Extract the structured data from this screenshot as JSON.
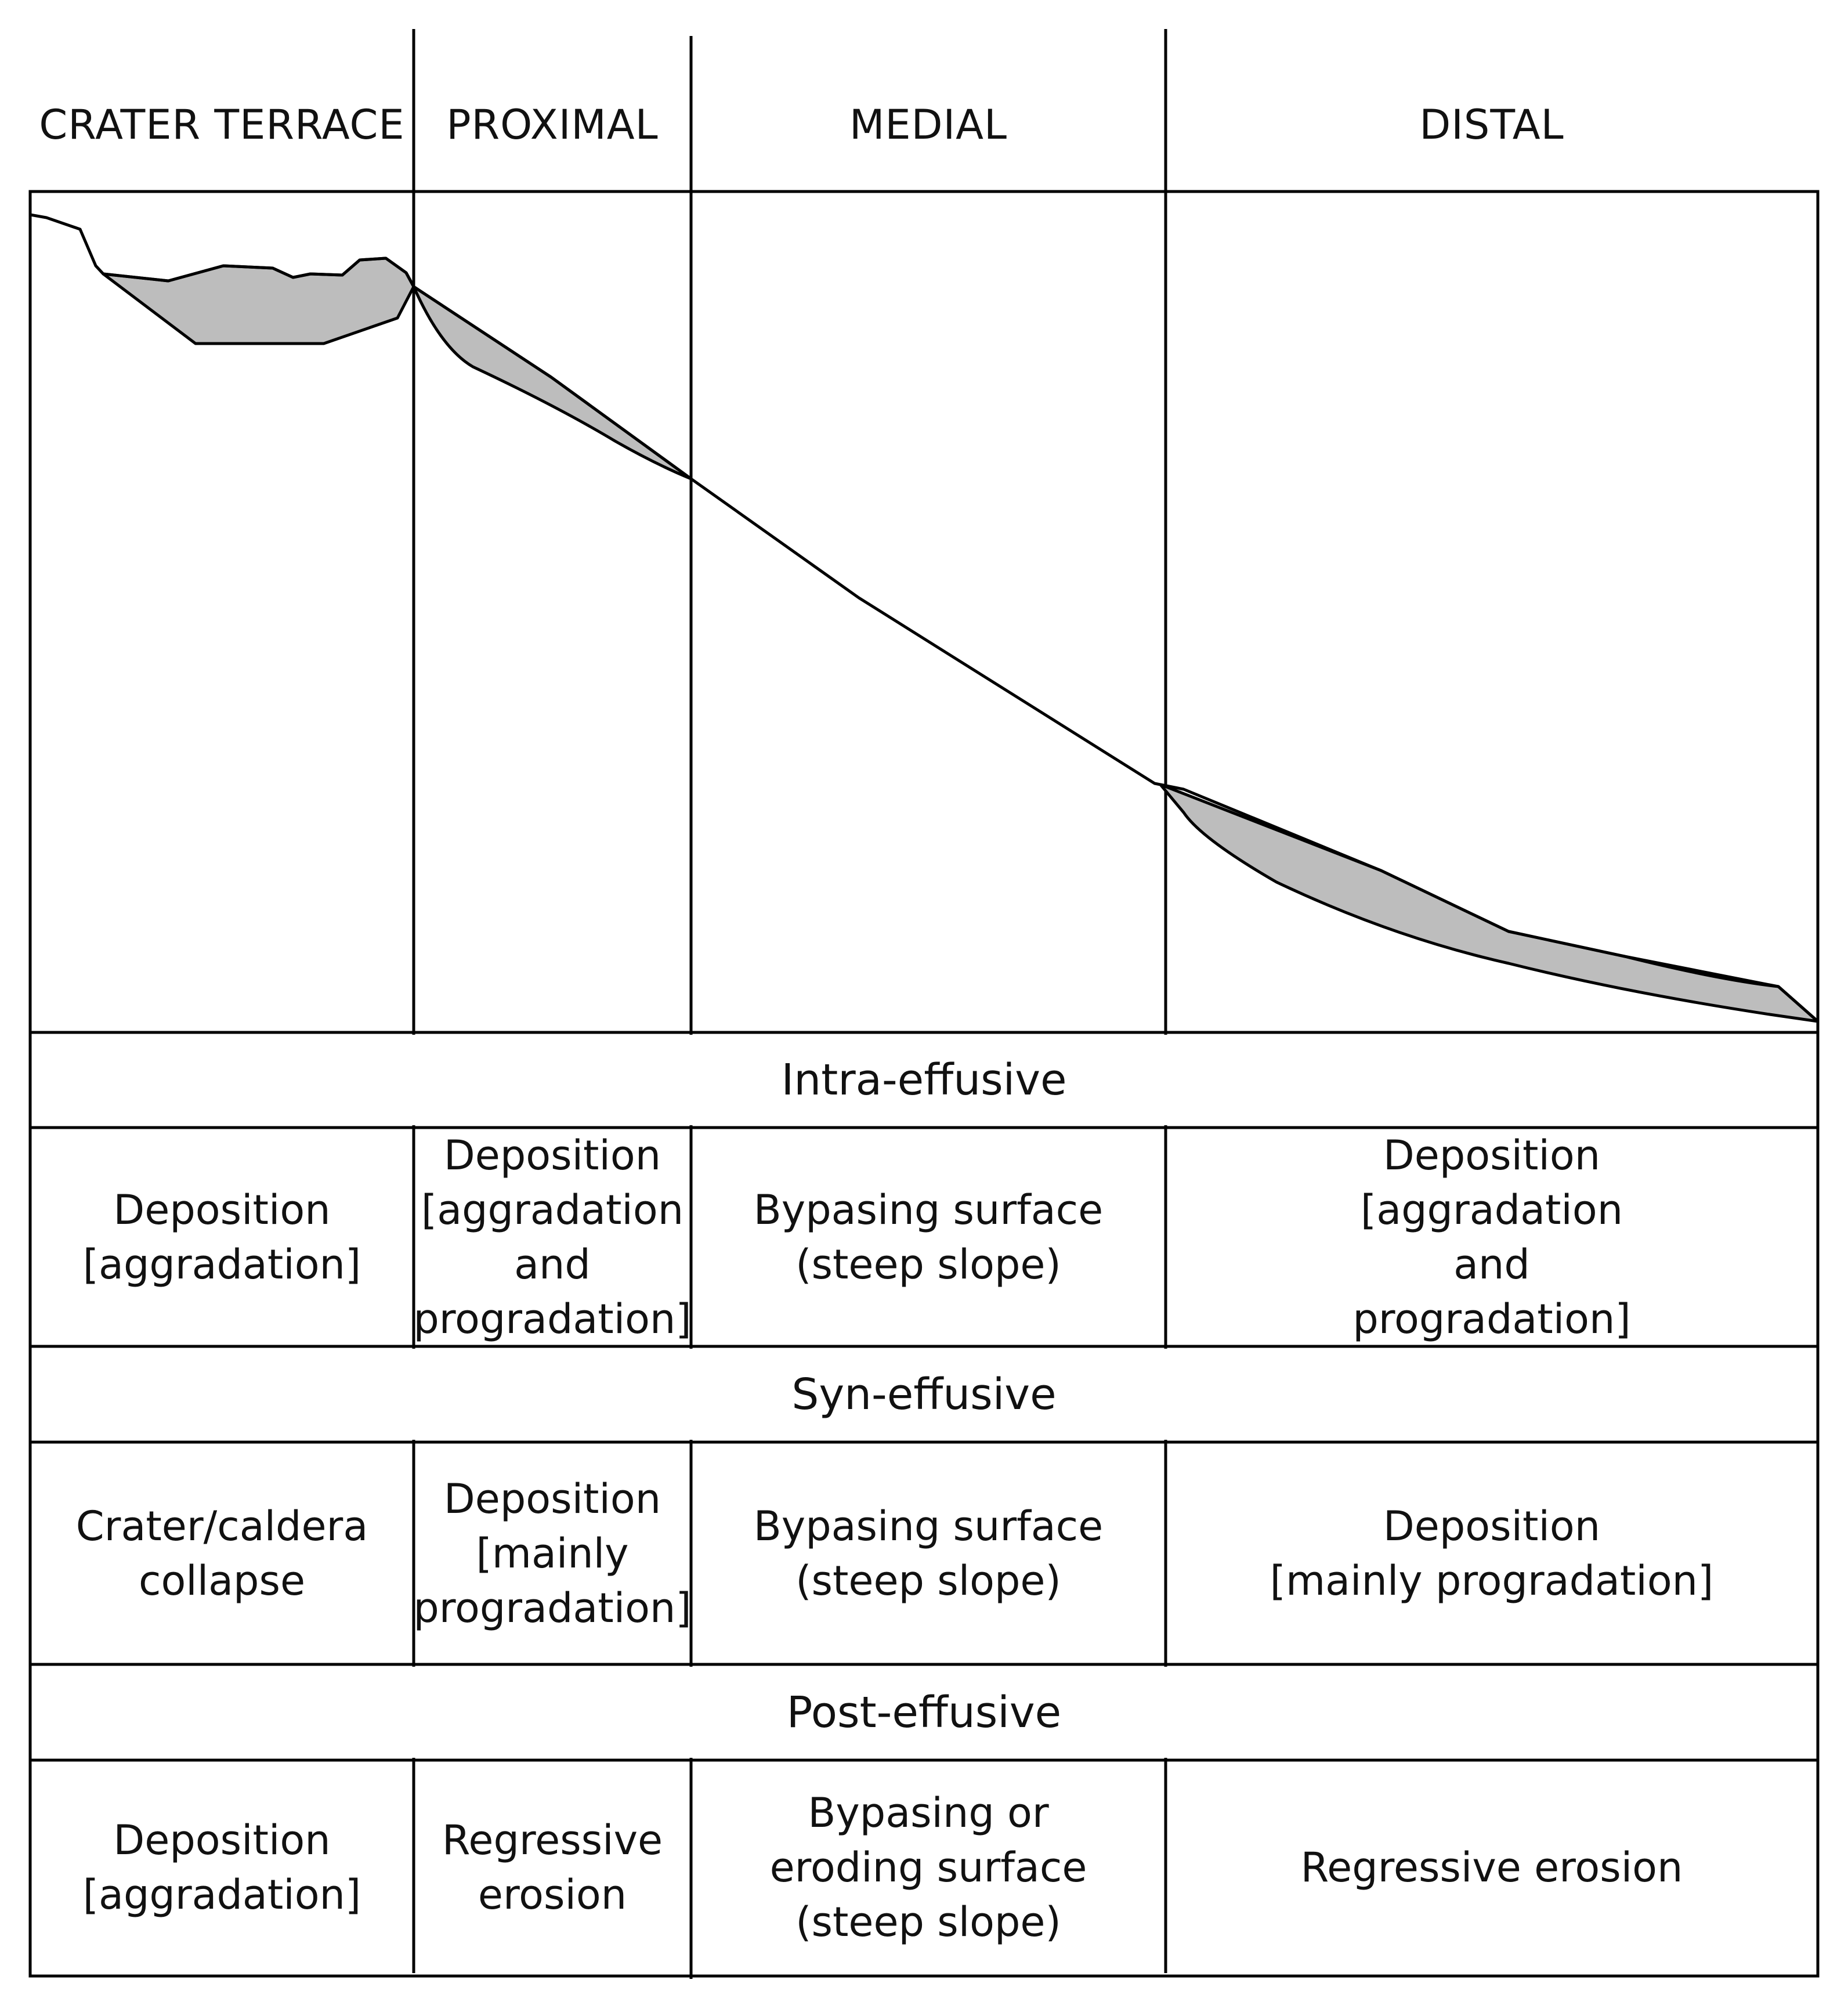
{
  "zones": {
    "crater_terrace": "CRATER TERRACE",
    "proximal": "PROXIMAL",
    "medial": "MEDIAL",
    "distal": "DISTAL"
  },
  "phases": [
    {
      "name": "Intra-effusive",
      "cells": {
        "crater_terrace": "Deposition\n[aggradation]",
        "proximal": "Deposition\n[aggradation\nand\nprogradation]",
        "medial": "Bypasing surface\n(steep slope)",
        "distal": "Deposition\n[aggradation\nand\nprogradation]"
      }
    },
    {
      "name": "Syn-effusive",
      "cells": {
        "crater_terrace": "Crater/caldera\ncollapse",
        "proximal": "Deposition\n[mainly\nprogradation]",
        "medial": "Bypasing surface\n(steep slope)",
        "distal": "Deposition\n[mainly progradation]"
      }
    },
    {
      "name": "Post-effusive",
      "cells": {
        "crater_terrace": "Deposition\n[aggradation]",
        "proximal": "Regressive\nerosion",
        "medial": "Bypasing or\neroding surface\n(steep slope)",
        "distal": "Regressive erosion"
      }
    }
  ],
  "colors": {
    "line": "#000000",
    "deposit_fill": "#bdbdbd",
    "background": "#ffffff"
  }
}
